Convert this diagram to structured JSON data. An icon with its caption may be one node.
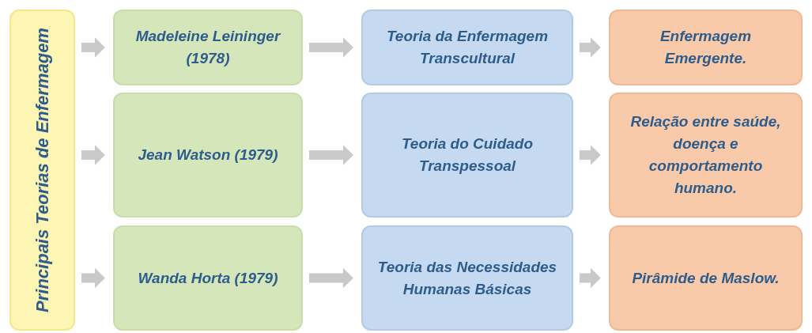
{
  "diagram": {
    "nodes": [
      {
        "text": [
          "Principais Teorias de Enfermagem"
        ]
      },
      {
        "text": [
          "Madeleine Leininger (1978)"
        ]
      },
      {
        "text": [
          "Teoria da Enfermagem Transcultural"
        ]
      },
      {
        "text": [
          "Enfermagem Emergente."
        ]
      },
      {
        "text": [
          "Jean Watson (1979)"
        ]
      },
      {
        "text": [
          "Teoria do Cuidado Transpessoal"
        ]
      },
      {
        "text": [
          "Relação entre saúde, doença e comportamento humano."
        ]
      },
      {
        "text": [
          "Wanda Horta (1979)"
        ]
      },
      {
        "text": [
          "Teoria das Necessidades Humanas Básicas"
        ]
      },
      {
        "text": [
          "Pirâmide de Maslow."
        ]
      }
    ],
    "edges": [
      {
        "from": 0,
        "to": 1,
        "arrow": "to"
      },
      {
        "from": 1,
        "to": 2,
        "arrow": "to"
      },
      {
        "from": 2,
        "to": 3,
        "arrow": "to"
      },
      {
        "from": 0,
        "to": 4,
        "arrow": "to"
      },
      {
        "from": 4,
        "to": 5,
        "arrow": "to"
      },
      {
        "from": 5,
        "to": 6,
        "arrow": "to"
      },
      {
        "from": 0,
        "to": 7,
        "arrow": "to"
      },
      {
        "from": 7,
        "to": 8,
        "arrow": "to"
      },
      {
        "from": 8,
        "to": 9,
        "arrow": "to"
      }
    ]
  }
}
